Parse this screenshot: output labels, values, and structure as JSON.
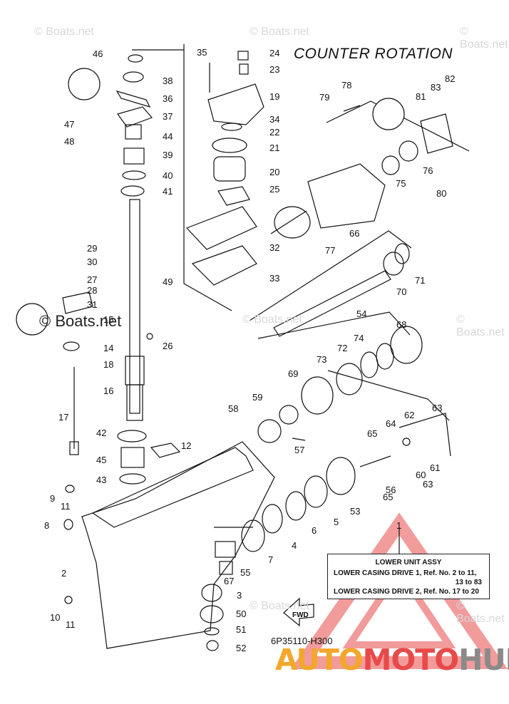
{
  "title": "COUNTER ROTATION",
  "part_code": "6P35110-H300",
  "watermark": "© Boats.net",
  "fwd_label": "FWD",
  "reference_box": {
    "marker": "1",
    "heading": "LOWER UNIT ASSY",
    "line1": "LOWER CASING DRIVE 1,  Ref. No. 2 to 11,",
    "line2": "13 to 83",
    "line3": "LOWER CASING DRIVE 2, Ref. No. 17 to 20"
  },
  "logo": {
    "part1": "AUTO",
    "part2": "MOTO",
    "part3": "HUB"
  },
  "callouts": [
    "46",
    "38",
    "36",
    "37",
    "44",
    "39",
    "40",
    "41",
    "47",
    "48",
    "49",
    "29",
    "30",
    "27",
    "28",
    "31",
    "15",
    "14",
    "18",
    "16",
    "17",
    "26",
    "42",
    "45",
    "43",
    "12",
    "9",
    "11",
    "8",
    "2",
    "10",
    "11",
    "35",
    "24",
    "23",
    "19",
    "34",
    "22",
    "21",
    "20",
    "25",
    "32",
    "33",
    "78",
    "79",
    "81",
    "83",
    "82",
    "76",
    "75",
    "80",
    "66",
    "77",
    "71",
    "70",
    "54",
    "68",
    "74",
    "72",
    "73",
    "69",
    "59",
    "58",
    "57",
    "63",
    "62",
    "64",
    "65",
    "61",
    "60",
    "63",
    "56",
    "65",
    "53",
    "5",
    "6",
    "4",
    "7",
    "55",
    "67",
    "3",
    "50",
    "51",
    "52"
  ],
  "colors": {
    "accent_orange": "#f3a72b",
    "accent_red": "#e84a4a",
    "accent_gray": "#8a8a8a"
  }
}
